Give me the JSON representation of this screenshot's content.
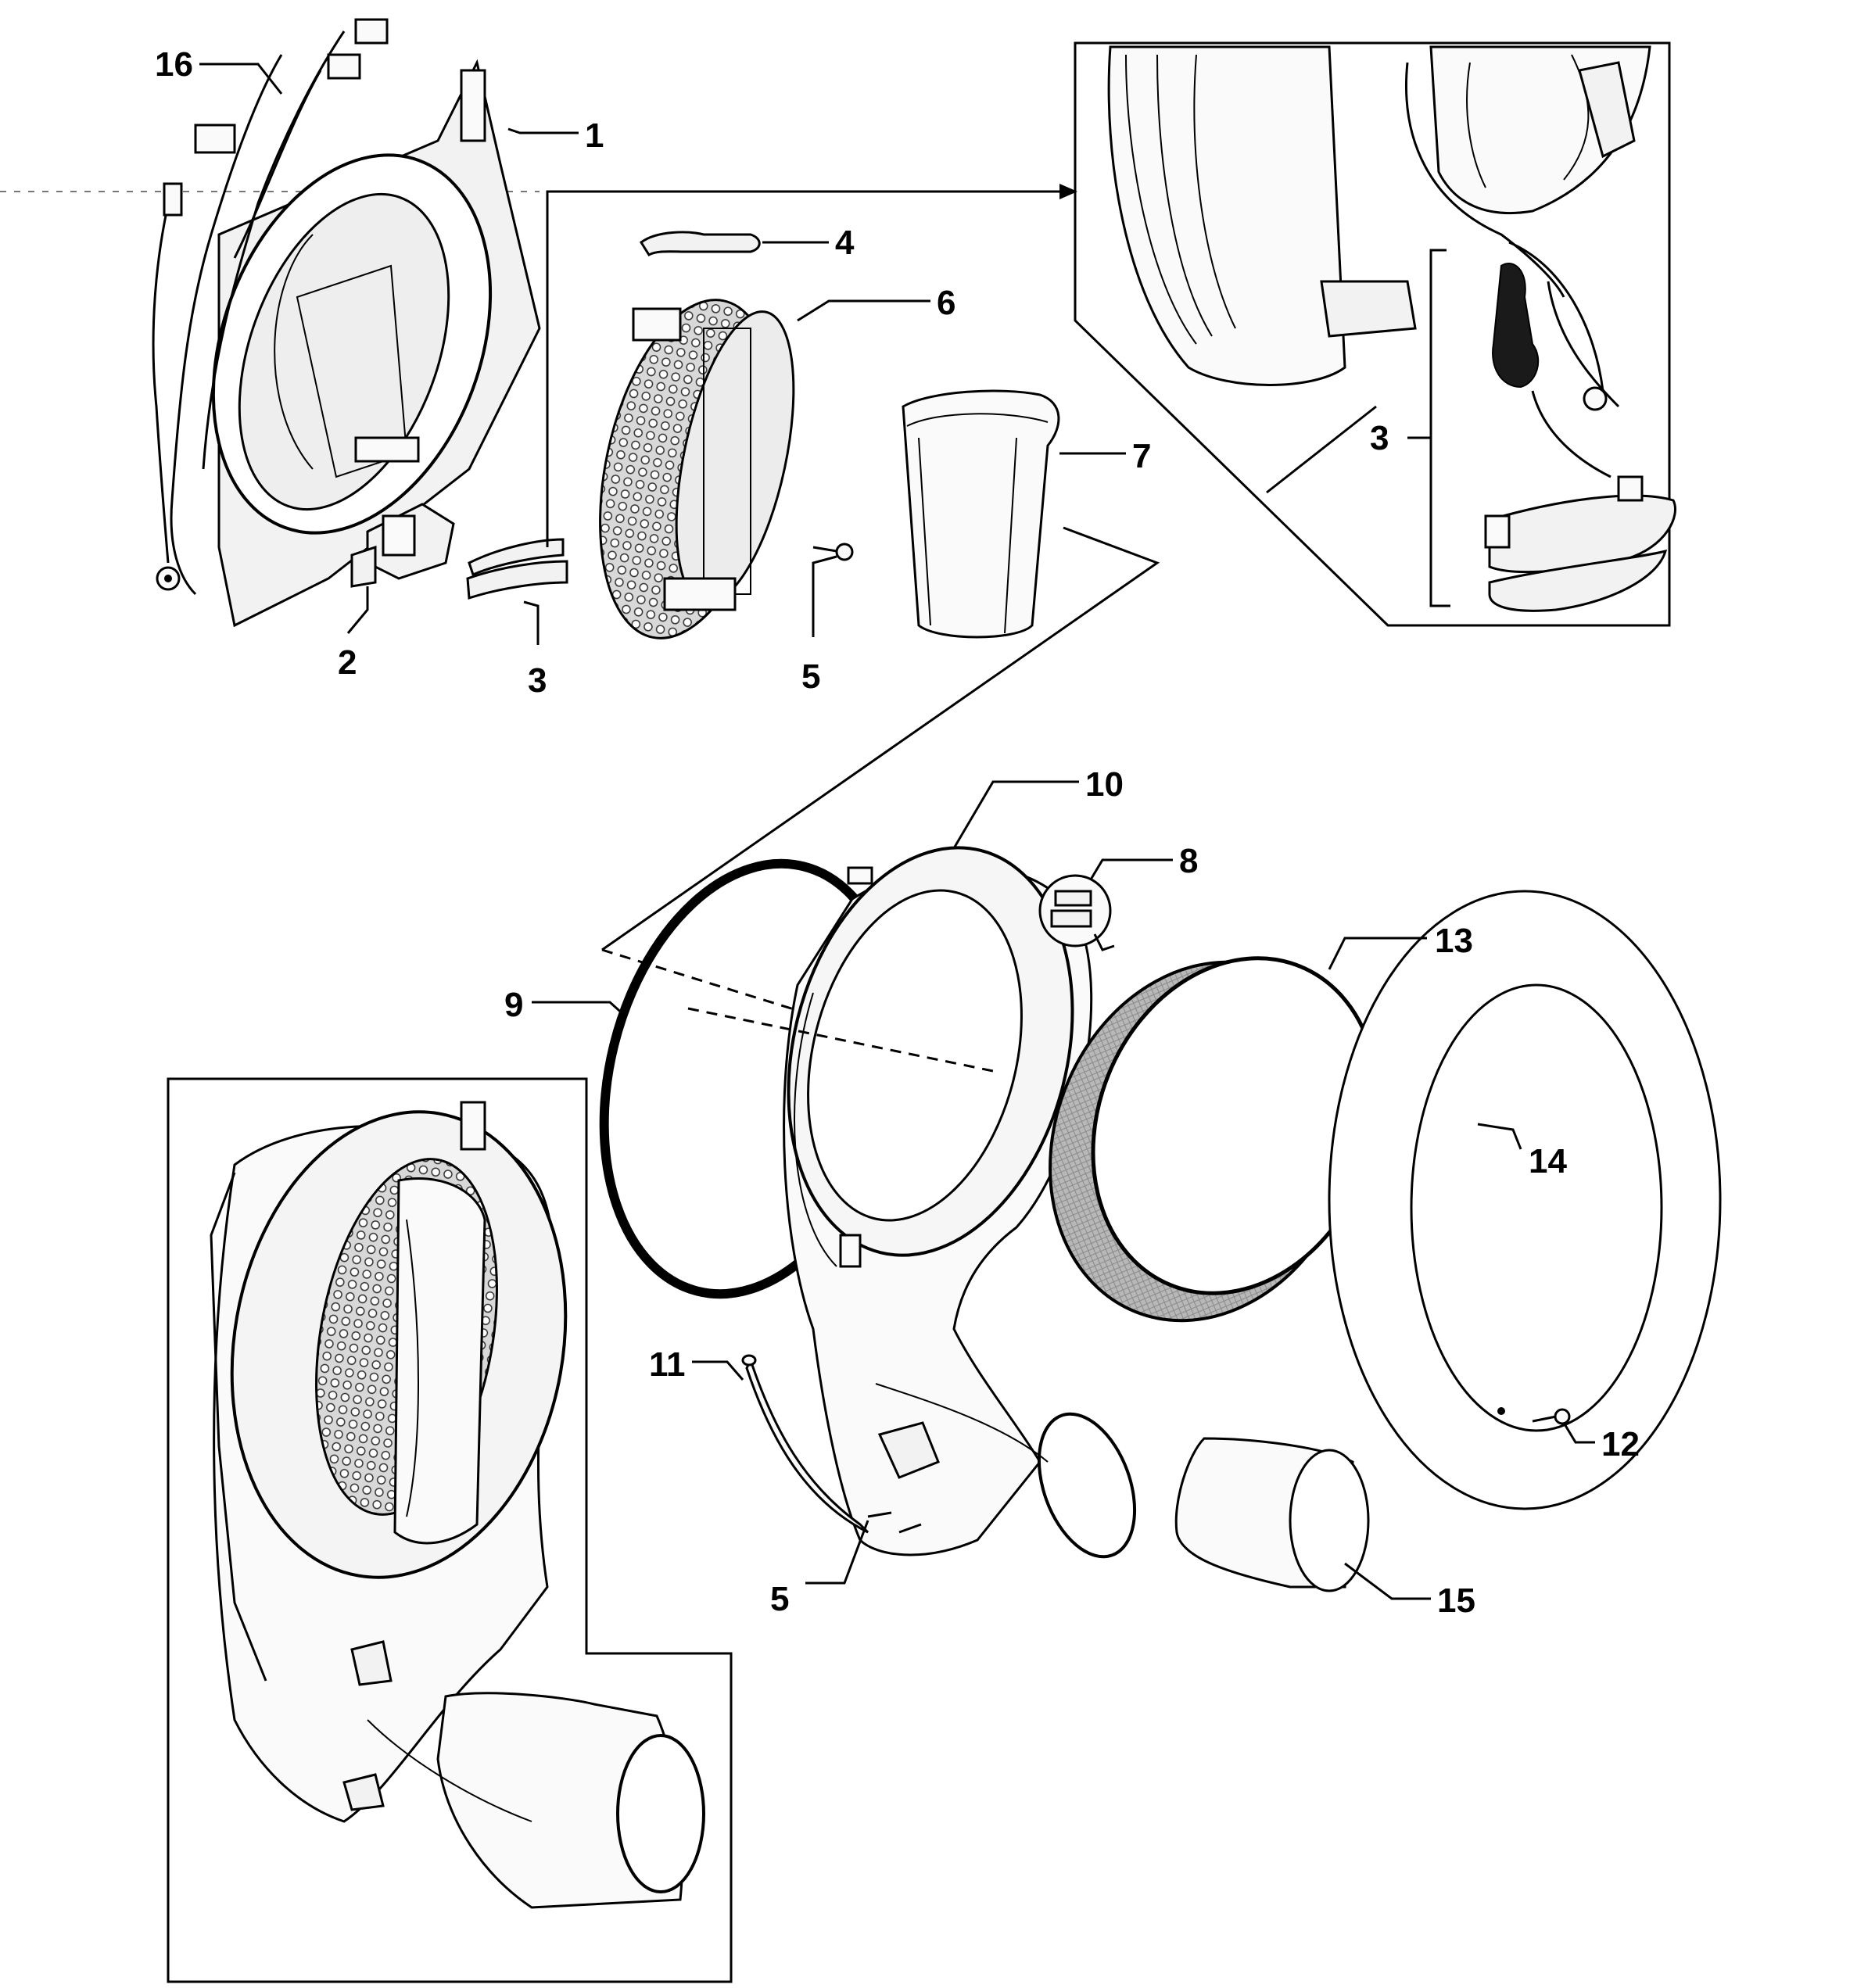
{
  "callouts": [
    {
      "id": "16"
    },
    {
      "id": "1"
    },
    {
      "id": "4"
    },
    {
      "id": "6"
    },
    {
      "id": "7"
    },
    {
      "id": "2"
    },
    {
      "id": "3"
    },
    {
      "id": "5"
    },
    {
      "id": "3"
    },
    {
      "id": "10"
    },
    {
      "id": "8"
    },
    {
      "id": "13"
    },
    {
      "id": "9"
    },
    {
      "id": "14"
    },
    {
      "id": "11"
    },
    {
      "id": "12"
    },
    {
      "id": "5"
    },
    {
      "id": "15"
    }
  ],
  "parts": [
    {
      "ref": "1",
      "name": "front-bulkhead"
    },
    {
      "ref": "2",
      "name": "door-switch"
    },
    {
      "ref": "3",
      "name": "sensor-bar"
    },
    {
      "ref": "4",
      "name": "clip"
    },
    {
      "ref": "5",
      "name": "screw"
    },
    {
      "ref": "6",
      "name": "lint-filter-housing"
    },
    {
      "ref": "7",
      "name": "lint-filter"
    },
    {
      "ref": "8",
      "name": "clips"
    },
    {
      "ref": "9",
      "name": "seal-ring"
    },
    {
      "ref": "10",
      "name": "front-bulkhead-duct"
    },
    {
      "ref": "11",
      "name": "felt-strip"
    },
    {
      "ref": "12",
      "name": "screw"
    },
    {
      "ref": "13",
      "name": "drum-glide-ring"
    },
    {
      "ref": "14",
      "name": "felt-seal"
    },
    {
      "ref": "15",
      "name": "exhaust-duct"
    },
    {
      "ref": "16",
      "name": "wire-harness"
    }
  ]
}
